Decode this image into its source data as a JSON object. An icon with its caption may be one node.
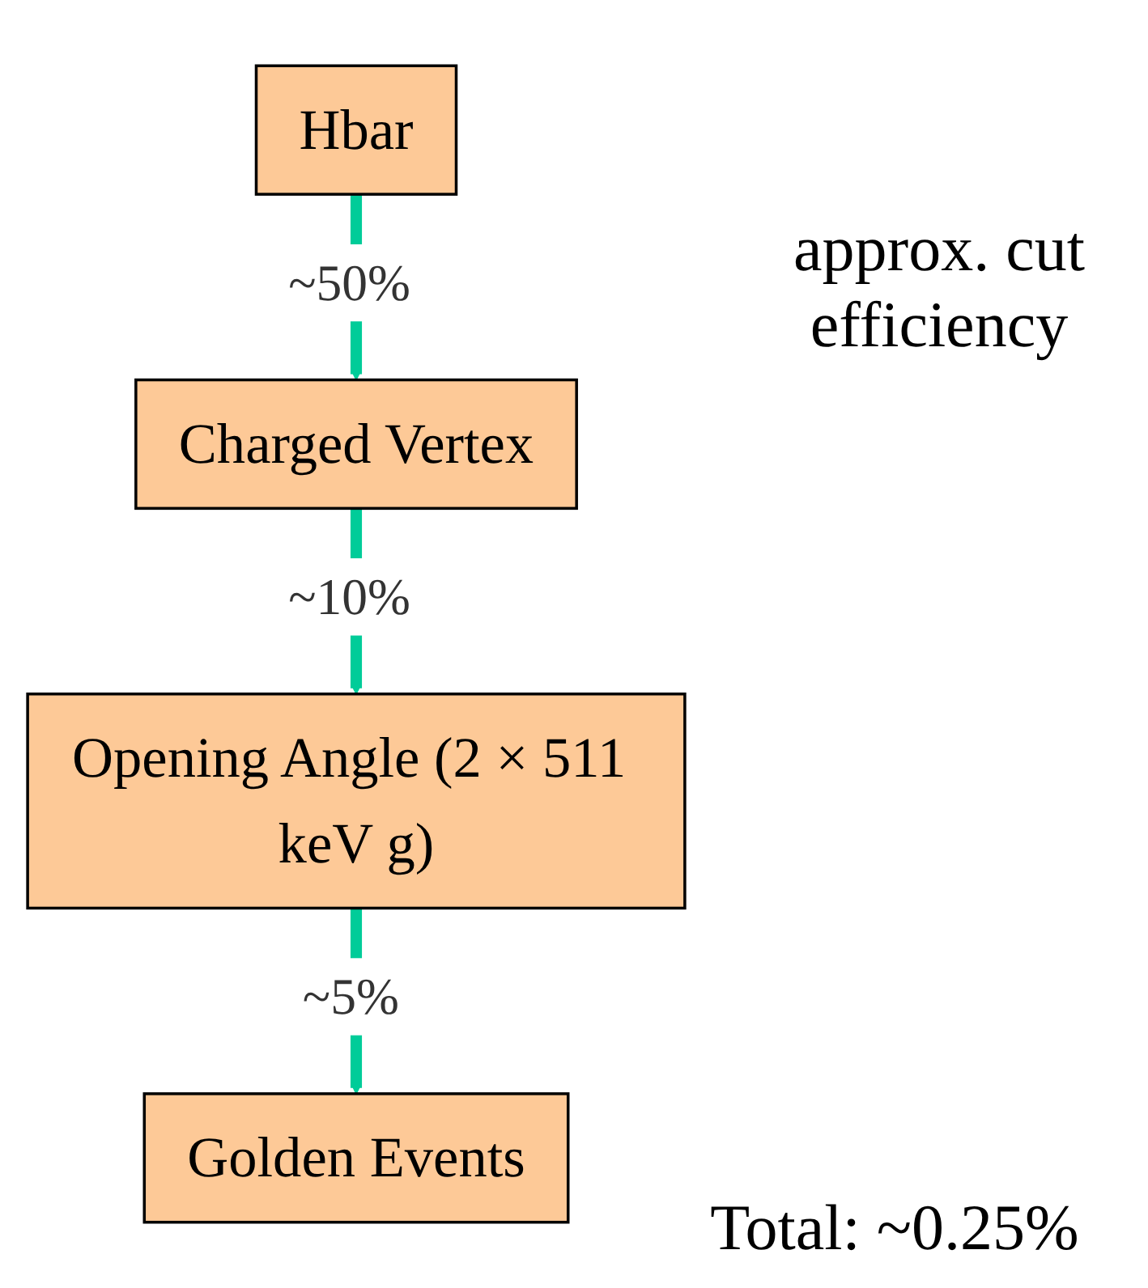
{
  "diagram": {
    "nodes": [
      {
        "text": [
          "Hbar"
        ]
      },
      {
        "text": [
          "Charged Vertex"
        ]
      },
      {
        "text": [
          "Opening Angle (2 × 511 keV g)"
        ]
      },
      {
        "text": [
          "Golden Events"
        ]
      }
    ],
    "edges": [
      {
        "from": 0,
        "to": 1,
        "arrow": "to",
        "label": "~50%"
      },
      {
        "from": 1,
        "to": 2,
        "arrow": "to",
        "label": "~10%"
      },
      {
        "from": 2,
        "to": 3,
        "arrow": "to",
        "label": "~5%"
      }
    ],
    "labels": [
      "approx. cut efficiency",
      "Total: ~0.25%"
    ]
  }
}
